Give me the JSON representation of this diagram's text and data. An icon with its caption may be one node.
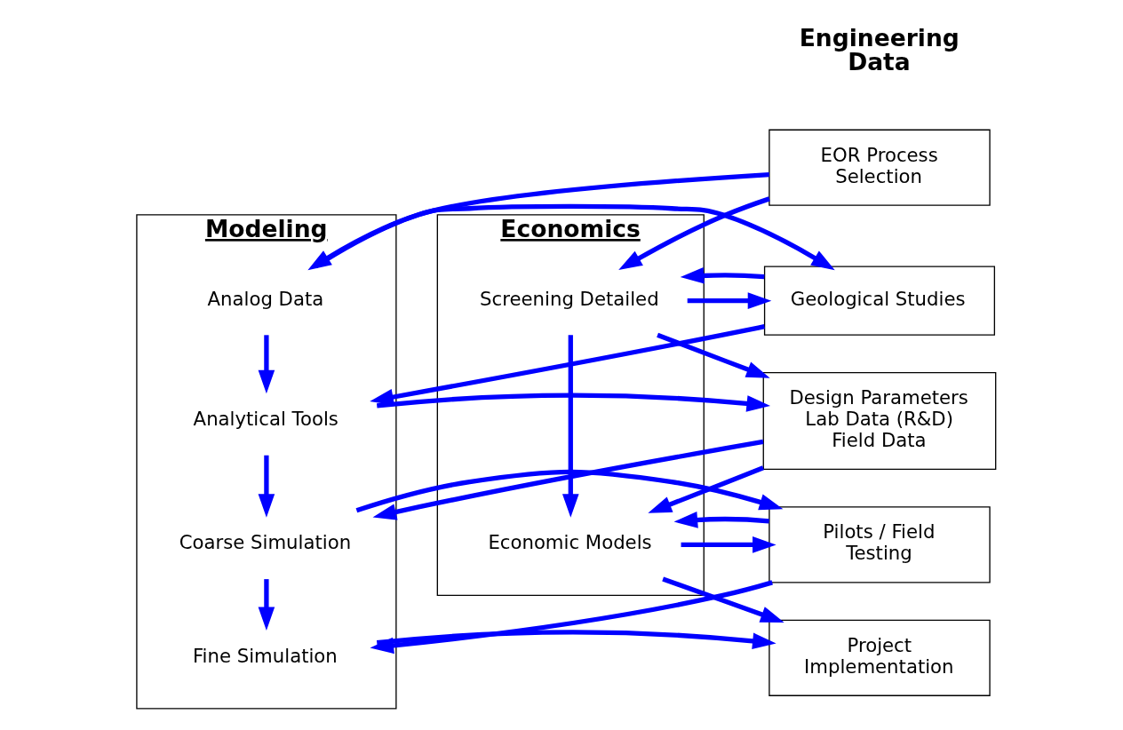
{
  "diagram": {
    "nodes": [
      {
        "text": [
          "Modeling"
        ]
      },
      {
        "text": [
          "Analog Data"
        ],
        "in": 0
      },
      {
        "text": [
          "Analytical Tools"
        ],
        "in": 0
      },
      {
        "text": [
          "Coarse Simulation"
        ],
        "in": 0
      },
      {
        "text": [
          "Fine Simulation"
        ],
        "in": 0
      },
      {
        "text": [
          "EOR Process Selection"
        ]
      },
      {
        "text": [
          "Geological Studies"
        ]
      },
      {
        "text": [
          "Design Parameters Lab Data (R&D) Field Data"
        ]
      },
      {
        "text": [
          "Pilots / Field Testing"
        ]
      },
      {
        "text": [
          "Project Implementation"
        ]
      },
      {
        "text": [
          "Economics"
        ]
      },
      {
        "text": [
          "Screening Detailed"
        ],
        "in": 10
      },
      {
        "text": [
          "Economic Models"
        ],
        "in": 10
      }
    ],
    "edges": [
      {
        "from": 1,
        "to": 2,
        "arrow": "to"
      },
      {
        "from": 2,
        "to": 3,
        "arrow": "to"
      },
      {
        "from": 3,
        "to": 4,
        "arrow": "to"
      },
      {
        "from": 11,
        "to": 12,
        "arrow": "to"
      },
      {
        "from": 5,
        "to": 1,
        "arrow": "to"
      },
      {
        "from": 1,
        "to": 6,
        "arrow": "to"
      },
      {
        "from": 6,
        "to": 2,
        "arrow": "to"
      },
      {
        "from": 2,
        "to": 7,
        "arrow": "to"
      },
      {
        "from": 7,
        "to": 3,
        "arrow": "to"
      },
      {
        "from": 3,
        "to": 8,
        "arrow": "to"
      },
      {
        "from": 8,
        "to": 4,
        "arrow": "to"
      },
      {
        "from": 4,
        "to": 9,
        "arrow": "to"
      },
      {
        "from": 5,
        "to": 11,
        "arrow": "to"
      },
      {
        "from": 11,
        "to": 6,
        "arrow": "to"
      },
      {
        "from": 6,
        "to": 11,
        "arrow": "to"
      },
      {
        "from": 11,
        "to": 7,
        "arrow": "to"
      },
      {
        "from": 7,
        "to": 12,
        "arrow": "to"
      },
      {
        "from": 12,
        "to": 8,
        "arrow": "to"
      },
      {
        "from": 8,
        "to": 12,
        "arrow": "to"
      },
      {
        "from": 12,
        "to": 9,
        "arrow": "to"
      }
    ],
    "labels": [
      "Engineering Data"
    ]
  }
}
